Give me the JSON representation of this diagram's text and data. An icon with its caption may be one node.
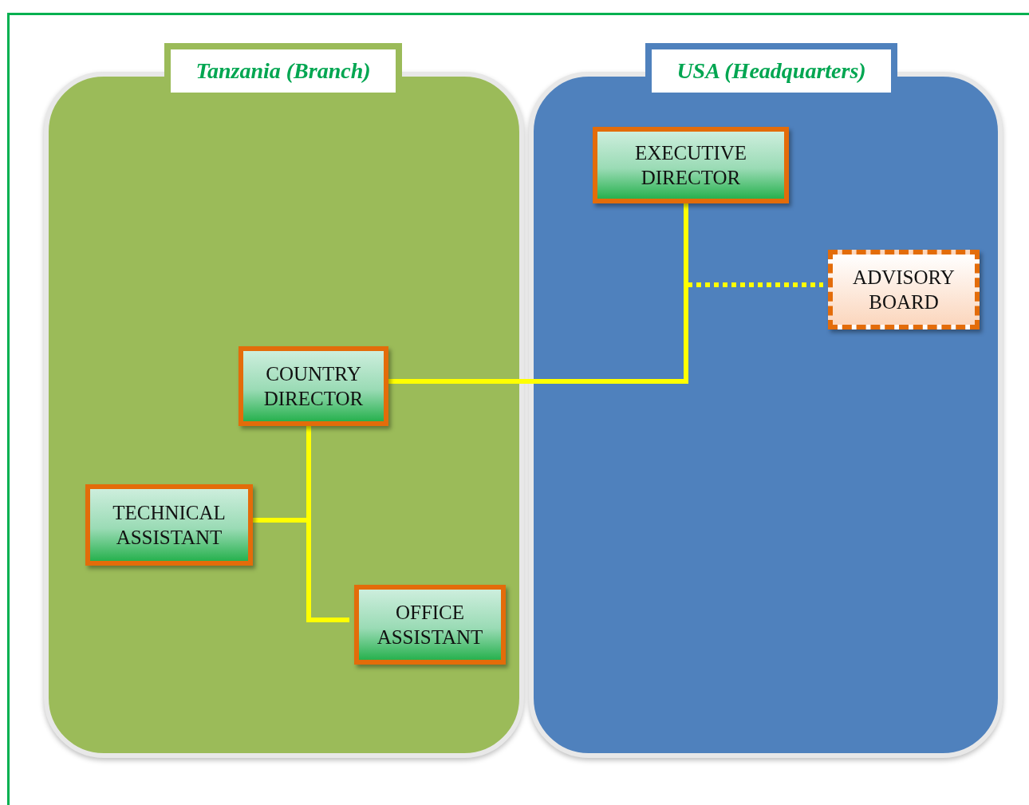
{
  "diagram": {
    "nodes": [
      {
        "text": [
          "Tanzania (Branch)"
        ]
      },
      {
        "text": [
          "USA (Headquarters)"
        ]
      },
      {
        "text": [
          "EXECUTIVE DIRECTOR"
        ],
        "in": 1
      },
      {
        "text": [
          "ADVISORY BOARD"
        ],
        "in": 1
      },
      {
        "text": [
          "COUNTRY DIRECTOR"
        ],
        "in": 0
      },
      {
        "text": [
          "TECHNICAL ASSISTANT"
        ],
        "in": 0
      },
      {
        "text": [
          "OFFICE ASSISTANT"
        ],
        "in": 0
      }
    ],
    "edges": [
      {
        "from": 2,
        "to": 4,
        "arrow": "none"
      },
      {
        "from": 2,
        "to": 3,
        "arrow": "none",
        "style": "dashed"
      },
      {
        "from": 4,
        "to": 5,
        "arrow": "none"
      },
      {
        "from": 4,
        "to": 6,
        "arrow": "none"
      }
    ]
  }
}
